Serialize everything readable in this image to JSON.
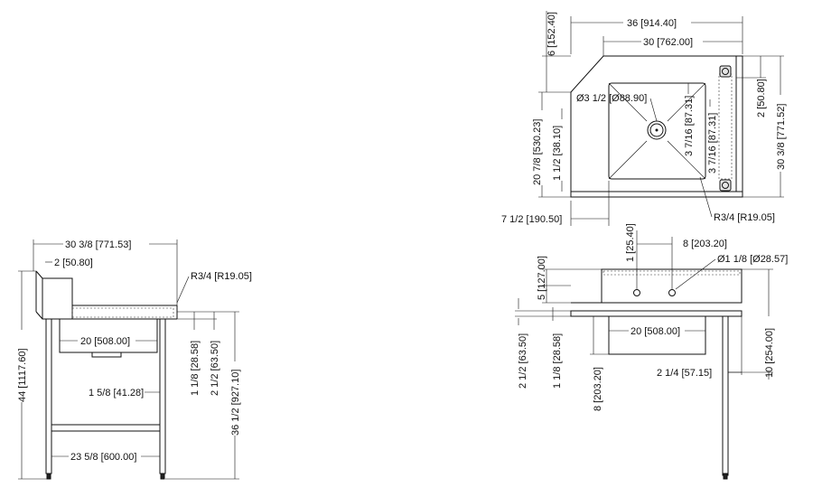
{
  "side_view": {
    "width_overall": "30 3/8 [771.53]",
    "splash_thickness": "2 [50.80]",
    "radius": "R3/4 [R19.05]",
    "height_overall": "44 [1117.60]",
    "bowl_width": "20 [508.00]",
    "rim_drop": "1 1/8 [28.58]",
    "drain_depth": "2 1/2 [63.50]",
    "leg_setback": "1 5/8 [41.28]",
    "work_height": "36 1/2 [927.10]",
    "crossrail_span": "23 5/8 [600.00]"
  },
  "top_view": {
    "width_overall": "36 [914.40]",
    "width_inner": "30 [762.00]",
    "front_offset": "6 [152.40]",
    "drain_diameter": "Ø3 1/2 [Ø88.90]",
    "center_offset_a": "3 7/16 [87.31]",
    "center_offset_b": "3 7/16 [87.31]",
    "depth_left": "20 7/8 [530.23]",
    "rim_width": "1 1/2 [38.10]",
    "bowl_offset": "7 1/2 [190.50]",
    "corner_radius": "R3/4 [R19.05]",
    "right_margin": "2 [50.80]",
    "depth_overall": "30 3/8 [771.52]"
  },
  "front_view": {
    "faucet_offset": "1 [25.40]",
    "faucet_spacing": "8 [203.20]",
    "faucet_hole": "Ø1 1/8 [Ø28.57]",
    "splash_height": "5 [127.00]",
    "bowl_drop": "2 1/2 [63.50]",
    "rim_drop": "1 1/8 [28.58]",
    "bowl_width": "20 [508.00]",
    "bowl_depth": "8 [203.20]",
    "leg_inset": "2 1/4 [57.15]",
    "apron_height": "10 [254.00]"
  }
}
